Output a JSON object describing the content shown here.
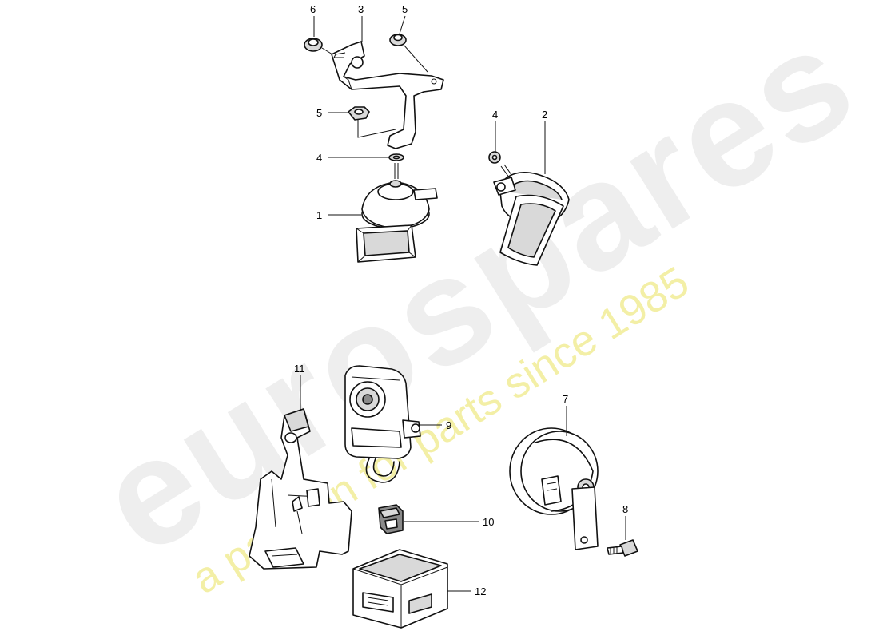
{
  "watermark": {
    "brand": "eurospares",
    "tagline": "a passion for parts since 1985",
    "brand_color": "#eeeeee",
    "tagline_color": "#f3efa6"
  },
  "callouts": {
    "p1": "1",
    "p2": "2",
    "p3": "3",
    "p4a": "4",
    "p4b": "4",
    "p5a": "5",
    "p5b": "5",
    "p6": "6",
    "p7": "7",
    "p8": "8",
    "p9": "9",
    "p10": "10",
    "p11": "11",
    "p12": "12"
  }
}
